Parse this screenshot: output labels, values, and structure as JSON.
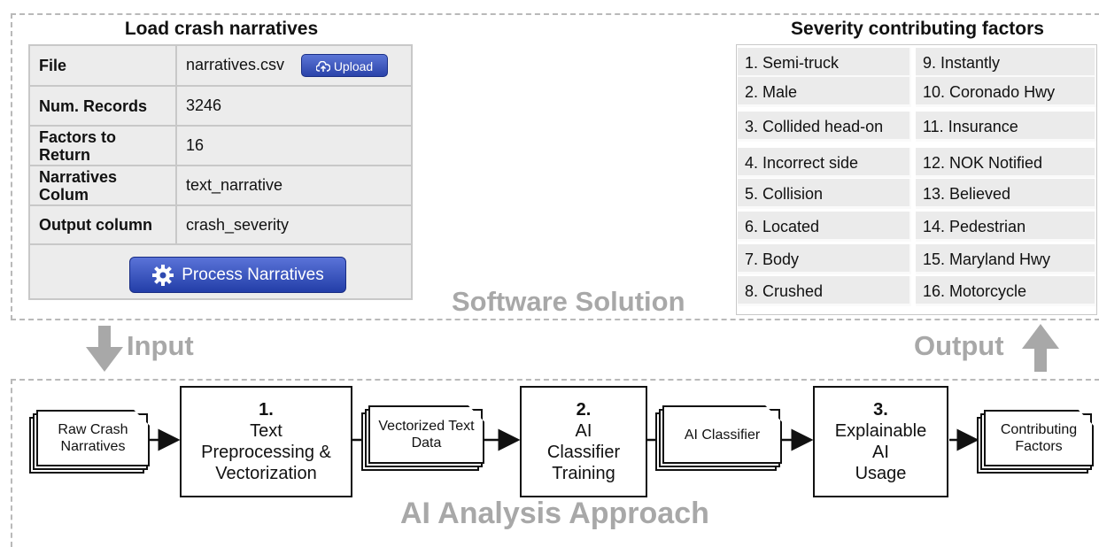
{
  "load_panel": {
    "title": "Load crash narratives",
    "rows": [
      {
        "label": "File",
        "value": "narratives.csv"
      },
      {
        "label": "Num. Records",
        "value": "3246"
      },
      {
        "label": "Factors to Return",
        "value": "16"
      },
      {
        "label": "Narratives Colum",
        "value": "text_narrative"
      },
      {
        "label": "Output column",
        "value": "crash_severity"
      }
    ],
    "upload_label": "Upload",
    "process_label": "Process Narratives"
  },
  "factors_panel": {
    "title": "Severity contributing factors",
    "items": [
      "1. Semi-truck",
      "2. Male",
      "3. Collided head-on",
      "4. Incorrect side",
      "5. Collision",
      "6. Located",
      "7. Body",
      "8. Crushed",
      "9. Instantly",
      "10. Coronado Hwy",
      "11. Insurance",
      "12. NOK Notified",
      "13. Believed",
      "14. Pedestrian",
      "15. Maryland Hwy",
      "16. Motorcycle"
    ]
  },
  "labels": {
    "software_solution": "Software Solution",
    "input": "Input",
    "output": "Output",
    "ai_analysis": "AI Analysis Approach"
  },
  "flow": {
    "docs": [
      {
        "label": "Raw Crash Narratives"
      },
      {
        "label": "Vectorized Text Data"
      },
      {
        "label": "AI Classifier"
      },
      {
        "label": "Contributing Factors"
      }
    ],
    "steps": [
      {
        "num": "1.",
        "text": [
          "Text",
          "Preprocessing &",
          "Vectorization"
        ]
      },
      {
        "num": "2.",
        "text": [
          "AI",
          "Classifier",
          "Training"
        ]
      },
      {
        "num": "3.",
        "text": [
          "Explainable",
          "AI",
          "Usage"
        ]
      }
    ]
  },
  "colors": {
    "button_blue": "#2a43a9",
    "region_border": "#b9b9b9",
    "label_gray": "#a8a8a8",
    "cell_gray": "#ececec"
  }
}
